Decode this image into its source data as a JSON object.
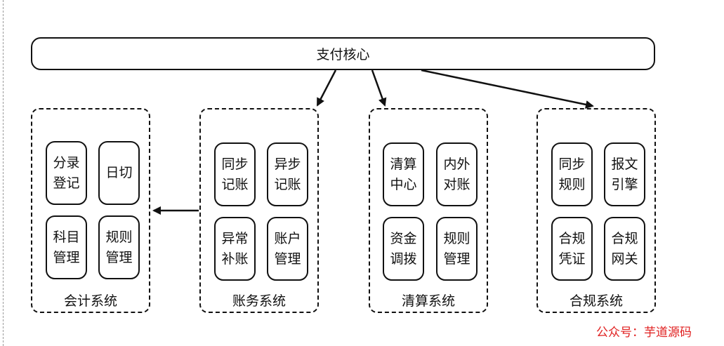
{
  "core": {
    "label": "支付核心"
  },
  "systems": [
    {
      "name": "会计系统",
      "modules": [
        [
          "分录",
          "登记"
        ],
        [
          "日切"
        ],
        [
          "科目",
          "管理"
        ],
        [
          "规则",
          "管理"
        ]
      ]
    },
    {
      "name": "账务系统",
      "modules": [
        [
          "同步",
          "记账"
        ],
        [
          "异步",
          "记账"
        ],
        [
          "异常",
          "补账"
        ],
        [
          "账户",
          "管理"
        ]
      ]
    },
    {
      "name": "清算系统",
      "modules": [
        [
          "清算",
          "中心"
        ],
        [
          "内外",
          "对账"
        ],
        [
          "资金",
          "调拨"
        ],
        [
          "规则",
          "管理"
        ]
      ]
    },
    {
      "name": "合规系统",
      "modules": [
        [
          "同步",
          "规则"
        ],
        [
          "报文",
          "引擎"
        ],
        [
          "合规",
          "凭证"
        ],
        [
          "合规",
          "网关"
        ]
      ]
    }
  ],
  "watermark": "公众号：芋道源码",
  "colors": {
    "stroke": "#111111",
    "watermark": "#e02020"
  }
}
